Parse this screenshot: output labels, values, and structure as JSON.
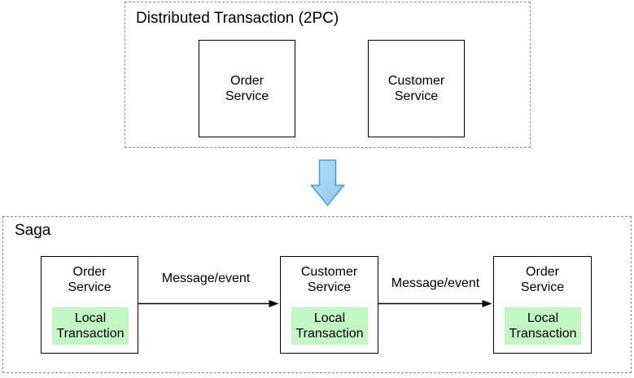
{
  "colors": {
    "canvas-bg": "#ffffff",
    "group-border": "#8c8c8c",
    "node-border": "#000000",
    "node-bg": "#ffffff",
    "text": "#000000",
    "green-fill": "#c2f6c2",
    "arrow-fill-light": "#b3dff7",
    "arrow-fill-dark": "#8bc9ee",
    "arrow-stroke": "#3d9edb",
    "connector": "#000000"
  },
  "two_pc": {
    "title": "Distributed Transaction (2PC)",
    "nodes": [
      {
        "line1": "Order",
        "line2": "Service"
      },
      {
        "line1": "Customer",
        "line2": "Service"
      }
    ]
  },
  "saga": {
    "title": "Saga",
    "nodes": [
      {
        "line1": "Order",
        "line2": "Service",
        "inner": {
          "line1": "Local",
          "line2": "Transaction"
        }
      },
      {
        "line1": "Customer",
        "line2": "Service",
        "inner": {
          "line1": "Local",
          "line2": "Transaction"
        }
      },
      {
        "line1": "Order",
        "line2": "Service",
        "inner": {
          "line1": "Local",
          "line2": "Transaction"
        }
      }
    ],
    "edges": [
      {
        "label": "Message/event"
      },
      {
        "label": "Message/event"
      }
    ]
  }
}
